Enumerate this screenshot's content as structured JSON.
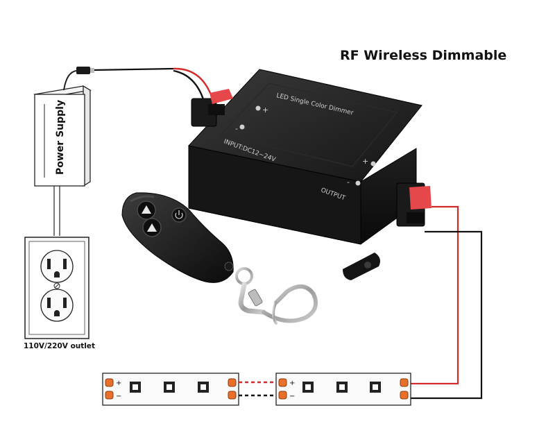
{
  "title": "RF Wireless Dimmable",
  "power_supply": {
    "label": "Power Supply"
  },
  "outlet": {
    "label": "110V/220V outlet"
  },
  "dimmer": {
    "panel_title": "LED Single Color Dimmer",
    "input_label": "INPUT:DC12~24V",
    "output_label": "OUTPUT",
    "input_plus": "+",
    "input_minus": "-",
    "output_plus": "+",
    "output_minus": "-"
  },
  "led_strips": [
    {
      "plus": "+",
      "minus": "−"
    },
    {
      "plus": "+",
      "minus": "−"
    }
  ],
  "colors": {
    "positive_wire": "#d42a2a",
    "negative_wire": "#111111",
    "pad": "#e8702a",
    "dimmer_body": "#1e1e1e"
  }
}
